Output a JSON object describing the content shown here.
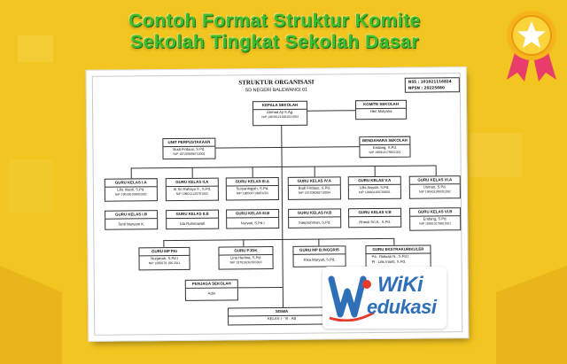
{
  "headline": {
    "line1": "Contoh Format Struktur Komite",
    "line2": "Sekolah Tingkat Sekolah Dasar"
  },
  "document": {
    "title": "STRUKTUR ORGANISASI",
    "school": "SD NEGERI BALEWANGI 01",
    "nss": "NSS   : 101021116824",
    "npsn": "NPSN  : 20225680"
  },
  "boxes": {
    "kepala": {
      "title": "KEPALA SEKOLAH",
      "name": "Ahmad Aji S.Ag.",
      "nip": "NIP 196301211981031004"
    },
    "komite": {
      "title": "KOMITE SEKOLAH",
      "name": "Heri Mulyana"
    },
    "unit": {
      "title": "UNIT PERPUSTAKAAN",
      "name": "Budi Firdaus, S.Pd.",
      "nip": "NIP 197209098710004"
    },
    "bendahara": {
      "title": "BENDAHARA SEKOLAH",
      "name": "Endang, S.Pd.",
      "nip": "NIP 196910179821001"
    },
    "guru_a": [
      {
        "title": "GURU KELAS I.A",
        "name": "Lilis Irianti, S.Pd.",
        "nip": "NIP 196180158002002"
      },
      {
        "title": "GURU KELAS II.A",
        "name": "Ai Sri Rahayu F., S.Pd.",
        "nip": "NIP 198012120701003"
      },
      {
        "title": "GURU KELAS III.A",
        "name": "Suryaningsih, S.Pd.",
        "nip": "NIP 198504719803203"
      },
      {
        "title": "GURU KELAS IV.A",
        "name": "Budi Firdaus, S.Pd.",
        "nip": "NIP 197209098710004"
      },
      {
        "title": "GURU KELAS V.A",
        "name": "Lilis Aisyah, S.Pd.",
        "nip": "NIP 196801160709001"
      },
      {
        "title": "GURU KELAS VI.A",
        "name": "Usman, S.Pd.",
        "nip": "NIP 196501199301002"
      }
    ],
    "guru_b": [
      {
        "title": "GURU KELAS I.B",
        "name": "Tanti Maryam K."
      },
      {
        "title": "GURU KELAS II.B",
        "name": "Ida Rohmawati"
      },
      {
        "title": "GURU KELAS III.B",
        "name": "Nuryati, S.Pd.I"
      },
      {
        "title": "GURU KELAS IV.B",
        "name": "Saeprohman, S.Pd."
      },
      {
        "title": "GURU KELAS V.B",
        "name": "Rhesti Sri A., S.Pd."
      },
      {
        "title": "GURU KELAS VI.B",
        "name": "Endang, S.Pd.",
        "nip": "NIP 196910179821001"
      }
    ],
    "pai": {
      "title": "GURU MP PAI",
      "name": "Nurjanah, S.Pd.I",
      "nip": "NIP 1090079 196 2011"
    },
    "pjok": {
      "title": "GURU PJOK",
      "name": "Lina Herlina, S.Pd.",
      "nip": "NIP 197919282003003"
    },
    "inggris": {
      "title": "GURU MP B.INGGRIS",
      "name": "Rika Maryati, S.Pd."
    },
    "ekstra": {
      "title": "GURU EKSTRAKURIKULER",
      "line1": "Pa   :  Ridwan N., S.Pd.I",
      "line2": "Pi   :  Lilis Irianti, S.Pd."
    },
    "penjaga": {
      "title": "PENJAGA SEKOLAH",
      "name": "Adin"
    },
    "siswa": {
      "title": "SISWA",
      "name": "KELAS I - VI . AB"
    }
  },
  "logo": {
    "line1": "WiKi",
    "line2": "edukasi"
  },
  "colors": {
    "background": "#f2c21f",
    "headline": "#3cbf2c",
    "logo": "#2f6fb7"
  }
}
